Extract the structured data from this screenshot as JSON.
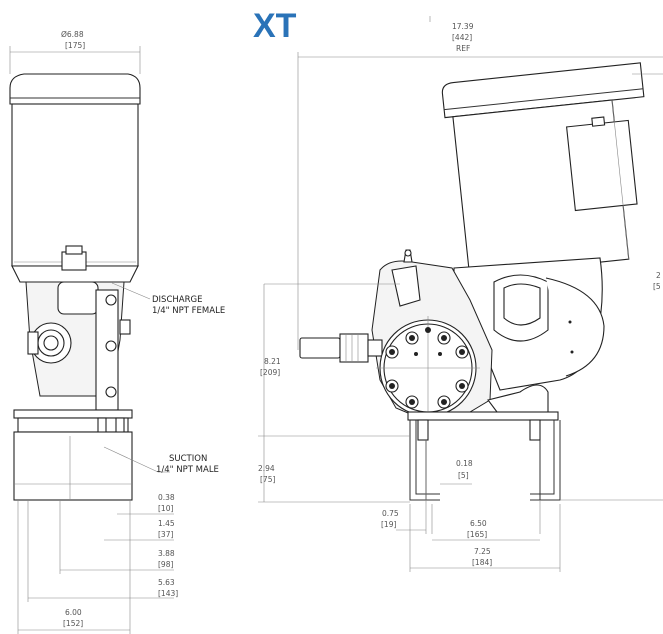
{
  "title": "XT",
  "dims": {
    "diameter": "Ø6.88",
    "diameter_mm": "[175]",
    "overall_width": "17.39",
    "overall_width_mm": "[442]",
    "overall_ref": "REF",
    "height_right": "2",
    "height_right_mm": "[5",
    "height_pump": "8.21",
    "height_pump_mm": "[209]",
    "height_base": "2.94",
    "height_base_mm": "[75]",
    "slot": "0.18",
    "slot_mm": "[5]",
    "left_offset": "0.75",
    "left_offset_mm": "[19]",
    "inner_width": "6.50",
    "inner_width_mm": "[165]",
    "outer_width": "7.25",
    "outer_width_mm": "[184]",
    "d038": "0.38",
    "d038_mm": "[10]",
    "d145": "1.45",
    "d145_mm": "[37]",
    "d388": "3.88",
    "d388_mm": "[98]",
    "d563": "5.63",
    "d563_mm": "[143]",
    "d600": "6.00",
    "d600_mm": "[152]"
  },
  "callouts": {
    "discharge_1": "DISCHARGE",
    "discharge_2": "1/4\" NPT FEMALE",
    "suction_1": "SUCTION",
    "suction_2": "1/4\" NPT MALE"
  }
}
